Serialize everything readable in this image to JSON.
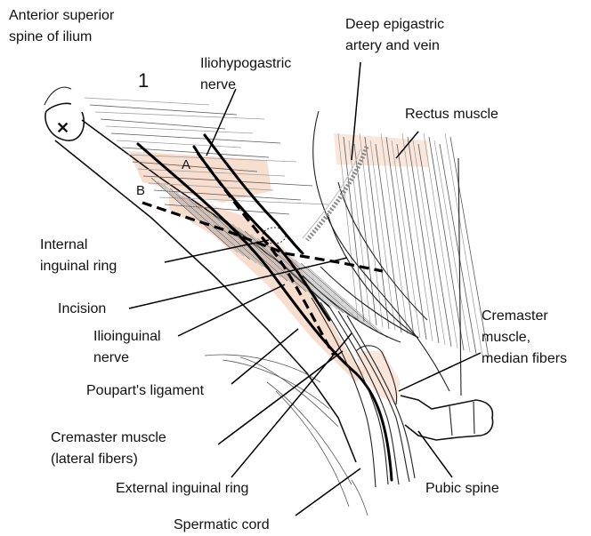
{
  "figure_number": "1",
  "labels": {
    "anterior_superior_spine": [
      "Anterior superior",
      "spine of ilium"
    ],
    "iliohypogastric_nerve": [
      "Iliohypogastric",
      "nerve"
    ],
    "deep_epigastric": [
      "Deep epigastric",
      "artery and vein"
    ],
    "rectus_muscle": "Rectus muscle",
    "internal_inguinal_ring": [
      "Internal",
      "inguinal ring"
    ],
    "incision": "Incision",
    "ilioinguinal_nerve": [
      "Ilioinguinal",
      "nerve"
    ],
    "pouparts_ligament": "Poupart's ligament",
    "cremaster_lateral": [
      "Cremaster muscle",
      "(lateral fibers)"
    ],
    "external_inguinal_ring": "External inguinal ring",
    "spermatic_cord": "Spermatic cord",
    "cremaster_median": [
      "Cremaster",
      "muscle,",
      "median fibers"
    ],
    "pubic_spine": "Pubic spine",
    "incision_a": "A",
    "incision_b": "B"
  },
  "colors": {
    "muscle_tint": "#f2c2a8",
    "line": "#111111"
  }
}
